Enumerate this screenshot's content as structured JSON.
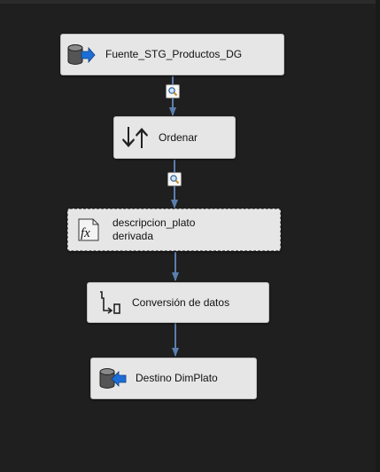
{
  "components": [
    {
      "id": "source",
      "label": "Fuente_STG_Productos_DG",
      "icon": "ole-db-source-icon"
    },
    {
      "id": "sort",
      "label": "Ordenar",
      "icon": "sort-icon"
    },
    {
      "id": "derived",
      "label": "descripcion_plato\nderivada",
      "icon": "derived-column-icon"
    },
    {
      "id": "convert",
      "label": "Conversión de datos",
      "icon": "data-conversion-icon"
    },
    {
      "id": "destination",
      "label": "Destino DimPlato",
      "icon": "ole-db-destination-icon"
    }
  ],
  "data_viewers": [
    {
      "between": [
        "source",
        "sort"
      ],
      "icon": "data-viewer-magnifier-icon"
    },
    {
      "between": [
        "sort",
        "derived"
      ],
      "icon": "data-viewer-magnifier-icon"
    }
  ],
  "colors": {
    "background": "#1f1f1f",
    "node_fill": "#e6e6e6",
    "connector": "#5a7fae",
    "source_arrow": "#1c6ed6",
    "destination_arrow": "#1c6ed6"
  }
}
